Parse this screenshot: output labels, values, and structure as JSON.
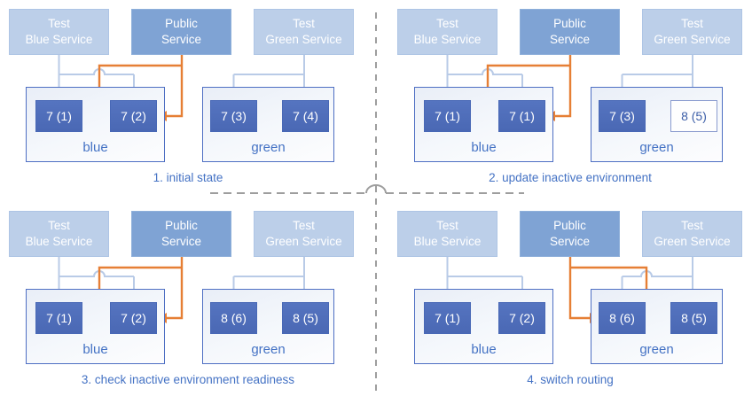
{
  "colors": {
    "public_route_orange": "#e67f35",
    "test_route_blue": "#b9cbe7",
    "service_box_light": "#bccfe9",
    "service_box_public": "#7fa3d4",
    "pod_fill": "#4f6dbb",
    "pod_new_border": "#8b9ccf",
    "env_border": "#4e6fc3",
    "label_text_blue": "#4472c4",
    "divider_gray": "#9e9e9e"
  },
  "quadrants": [
    {
      "caption": "1. initial state",
      "services": [
        {
          "line1": "Test",
          "line2": "Blue Service"
        },
        {
          "line1": "Public",
          "line2": "Service"
        },
        {
          "line1": "Test",
          "line2": "Green Service"
        }
      ],
      "environments": [
        {
          "label": "blue",
          "pods": [
            {
              "label": "7 (1)"
            },
            {
              "label": "7 (2)"
            }
          ]
        },
        {
          "label": "green",
          "pods": [
            {
              "label": "7 (3)"
            },
            {
              "label": "7 (4)"
            }
          ]
        }
      ]
    },
    {
      "caption": "2. update inactive environment",
      "services": [
        {
          "line1": "Test",
          "line2": "Blue Service"
        },
        {
          "line1": "Public",
          "line2": "Service"
        },
        {
          "line1": "Test",
          "line2": "Green Service"
        }
      ],
      "environments": [
        {
          "label": "blue",
          "pods": [
            {
              "label": "7 (1)"
            },
            {
              "label": "7 (1)"
            }
          ]
        },
        {
          "label": "green",
          "pods": [
            {
              "label": "7 (3)"
            },
            {
              "label": "8 (5)",
              "state": "new"
            }
          ]
        }
      ]
    },
    {
      "caption": "3. check inactive environment readiness",
      "services": [
        {
          "line1": "Test",
          "line2": "Blue Service"
        },
        {
          "line1": "Public",
          "line2": "Service"
        },
        {
          "line1": "Test",
          "line2": "Green Service"
        }
      ],
      "environments": [
        {
          "label": "blue",
          "pods": [
            {
              "label": "7 (1)"
            },
            {
              "label": "7 (2)"
            }
          ]
        },
        {
          "label": "green",
          "pods": [
            {
              "label": "8 (6)"
            },
            {
              "label": "8 (5)"
            }
          ]
        }
      ]
    },
    {
      "caption": "4. switch routing",
      "services": [
        {
          "line1": "Test",
          "line2": "Blue Service"
        },
        {
          "line1": "Public",
          "line2": "Service"
        },
        {
          "line1": "Test",
          "line2": "Green Service"
        }
      ],
      "environments": [
        {
          "label": "blue",
          "pods": [
            {
              "label": "7 (1)"
            },
            {
              "label": "7 (2)"
            }
          ]
        },
        {
          "label": "green",
          "pods": [
            {
              "label": "8 (6)"
            },
            {
              "label": "8 (5)"
            }
          ]
        }
      ]
    }
  ]
}
